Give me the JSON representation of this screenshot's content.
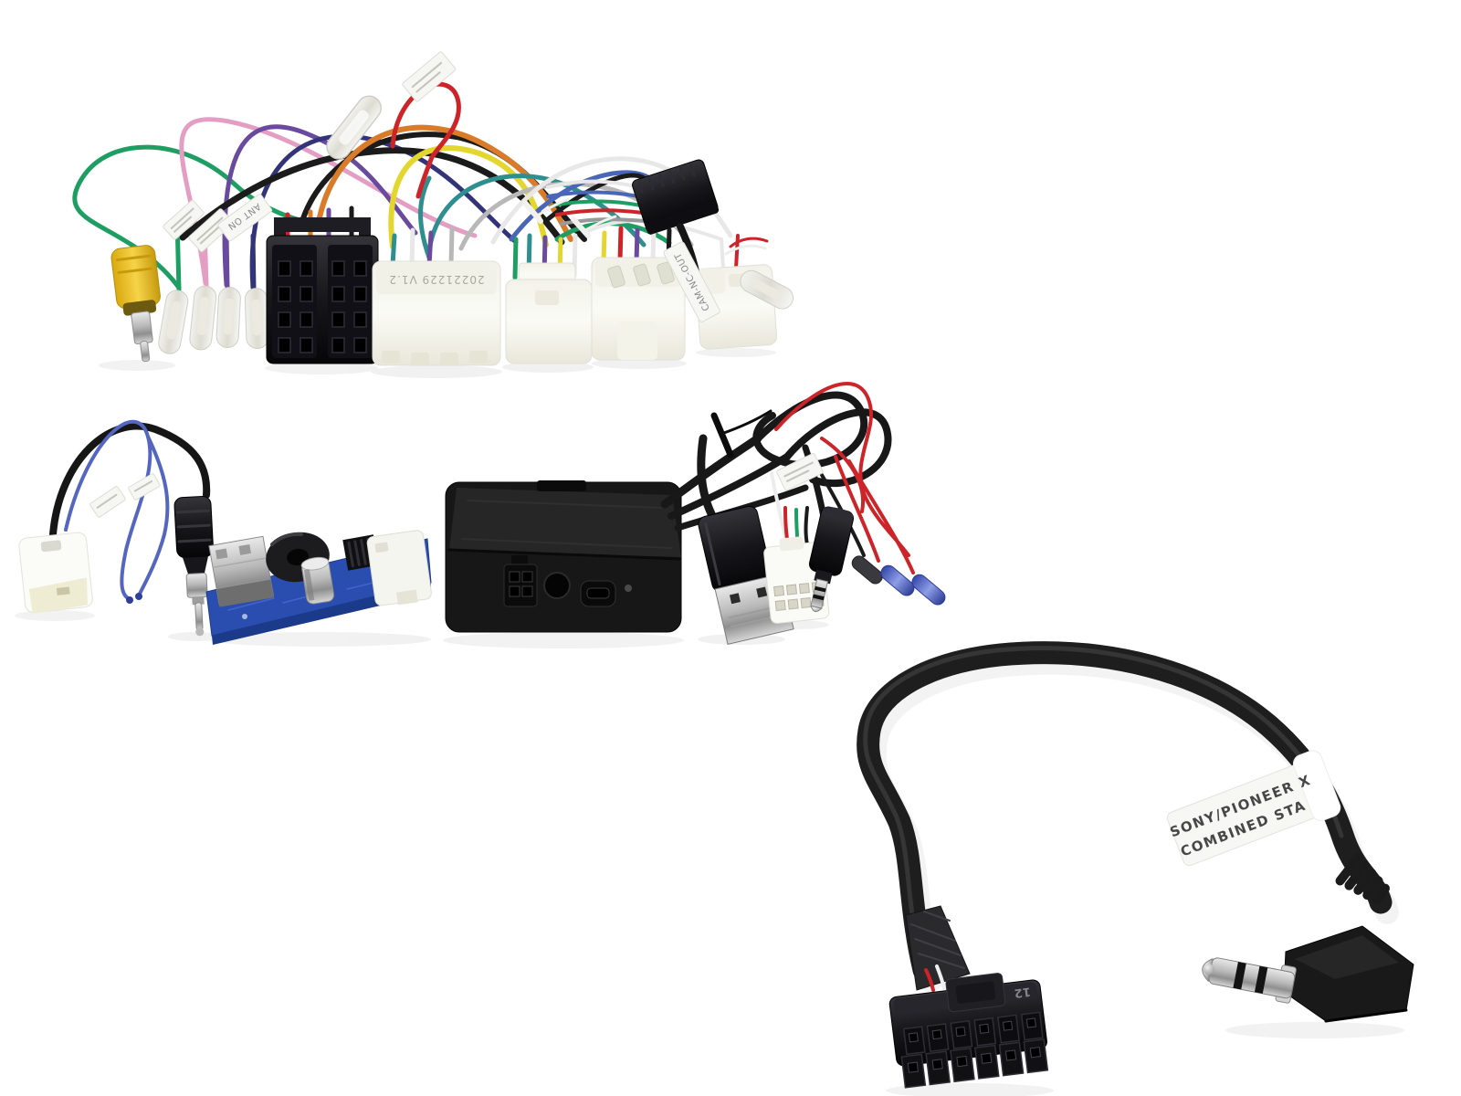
{
  "product_labels": {
    "ant_label": "ANT ON",
    "harness_version": "20221229 V1.2",
    "camera_label": "CAM-NC-OUT",
    "stalk_label_line1": "SONY/PIONEER X",
    "stalk_label_line2": "COMBINED STA",
    "molex_marking": "12"
  },
  "colors": {
    "background": "#ffffff",
    "wire_green": "#1f9e63",
    "wire_pink": "#e49ec4",
    "wire_purple": "#6a4a9e",
    "wire_navy": "#33337a",
    "wire_black": "#1b1b1b",
    "wire_orange": "#d97b28",
    "wire_yellow": "#e3d72e",
    "wire_red": "#cc2428",
    "wire_teal": "#2f8f8f",
    "wire_gray": "#b8b8b8",
    "wire_white": "#e8e8e8",
    "wire_blue": "#4a66b8",
    "rca_yellow": "#f0c419",
    "pcb_blue": "#2a4db0",
    "plastic_white": "#f7f7f2",
    "plastic_black": "#1a1a1a",
    "crimp_blue": "#4a5fd0",
    "metal_silver": "#c9c9c9"
  },
  "objects": {
    "top": "wiring-harness-with-iso-and-toyota-connectors",
    "middle": "antenna-adapter-usb-pcb-and-interface-box",
    "bottom": "stalk-control-patch-lead"
  }
}
